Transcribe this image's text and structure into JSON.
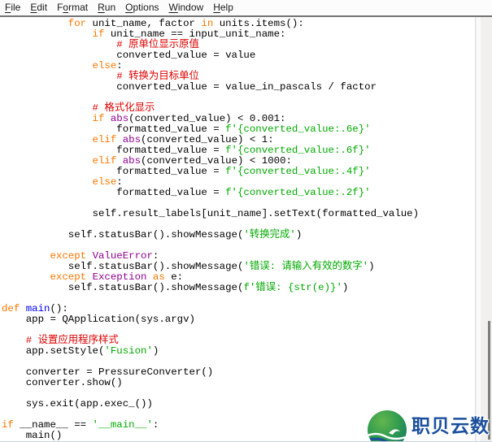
{
  "menubar": {
    "items": [
      {
        "label": "File",
        "underline": 0
      },
      {
        "label": "Edit",
        "underline": 0
      },
      {
        "label": "Format",
        "underline": 1
      },
      {
        "label": "Run",
        "underline": 0
      },
      {
        "label": "Options",
        "underline": 0
      },
      {
        "label": "Window",
        "underline": 0
      },
      {
        "label": "Help",
        "underline": 0
      }
    ]
  },
  "colors": {
    "keyword": "#FF7700",
    "builtin": "#900090",
    "comment": "#DD0000",
    "string": "#00AA00",
    "definition": "#0000FF",
    "plain_text": "#000000",
    "editor_bg": "#FFFFFF",
    "scrollbar_track": "#F1F0EE",
    "scrollbar_thumb": "#7D7D7D",
    "watermark_text": "#1B4F9C"
  },
  "editor": {
    "language": "python",
    "lines": [
      [
        [
          "p",
          "           "
        ],
        [
          "k",
          "for"
        ],
        [
          "p",
          " unit_name, factor "
        ],
        [
          "k",
          "in"
        ],
        [
          "p",
          " units.items():"
        ]
      ],
      [
        [
          "p",
          "               "
        ],
        [
          "k",
          "if"
        ],
        [
          "p",
          " unit_name == input_unit_name:"
        ]
      ],
      [
        [
          "p",
          "                   "
        ],
        [
          "c",
          "# 原单位显示原值"
        ]
      ],
      [
        [
          "p",
          "                   converted_value = value"
        ]
      ],
      [
        [
          "p",
          "               "
        ],
        [
          "k",
          "else"
        ],
        [
          "p",
          ":"
        ]
      ],
      [
        [
          "p",
          "                   "
        ],
        [
          "c",
          "# 转换为目标单位"
        ]
      ],
      [
        [
          "p",
          "                   converted_value = value_in_pascals / factor"
        ]
      ],
      [],
      [
        [
          "p",
          "               "
        ],
        [
          "c",
          "# 格式化显示"
        ]
      ],
      [
        [
          "p",
          "               "
        ],
        [
          "k",
          "if"
        ],
        [
          "p",
          " "
        ],
        [
          "b",
          "abs"
        ],
        [
          "p",
          "(converted_value) < 0.001:"
        ]
      ],
      [
        [
          "p",
          "                   formatted_value = "
        ],
        [
          "s",
          "f'{converted_value:.6e}'"
        ]
      ],
      [
        [
          "p",
          "               "
        ],
        [
          "k",
          "elif"
        ],
        [
          "p",
          " "
        ],
        [
          "b",
          "abs"
        ],
        [
          "p",
          "(converted_value) < 1:"
        ]
      ],
      [
        [
          "p",
          "                   formatted_value = "
        ],
        [
          "s",
          "f'{converted_value:.6f}'"
        ]
      ],
      [
        [
          "p",
          "               "
        ],
        [
          "k",
          "elif"
        ],
        [
          "p",
          " "
        ],
        [
          "b",
          "abs"
        ],
        [
          "p",
          "(converted_value) < 1000:"
        ]
      ],
      [
        [
          "p",
          "                   formatted_value = "
        ],
        [
          "s",
          "f'{converted_value:.4f}'"
        ]
      ],
      [
        [
          "p",
          "               "
        ],
        [
          "k",
          "else"
        ],
        [
          "p",
          ":"
        ]
      ],
      [
        [
          "p",
          "                   formatted_value = "
        ],
        [
          "s",
          "f'{converted_value:.2f}'"
        ]
      ],
      [],
      [
        [
          "p",
          "               self.result_labels[unit_name].setText(formatted_value)"
        ]
      ],
      [],
      [
        [
          "p",
          "           self.statusBar().showMessage("
        ],
        [
          "s",
          "'转换完成'"
        ],
        [
          "p",
          ")"
        ]
      ],
      [],
      [
        [
          "p",
          "        "
        ],
        [
          "k",
          "except"
        ],
        [
          "p",
          " "
        ],
        [
          "b",
          "ValueError"
        ],
        [
          "p",
          ":"
        ]
      ],
      [
        [
          "p",
          "           self.statusBar().showMessage("
        ],
        [
          "s",
          "'错误: 请输入有效的数字'"
        ],
        [
          "p",
          ")"
        ]
      ],
      [
        [
          "p",
          "        "
        ],
        [
          "k",
          "except"
        ],
        [
          "p",
          " "
        ],
        [
          "b",
          "Exception"
        ],
        [
          "p",
          " "
        ],
        [
          "k",
          "as"
        ],
        [
          "p",
          " e:"
        ]
      ],
      [
        [
          "p",
          "           self.statusBar().showMessage("
        ],
        [
          "s",
          "f'错误: {str(e)}'"
        ],
        [
          "p",
          ")"
        ]
      ],
      [],
      [
        [
          "k",
          "def"
        ],
        [
          "p",
          " "
        ],
        [
          "d",
          "main"
        ],
        [
          "p",
          "():"
        ]
      ],
      [
        [
          "p",
          "    app = QApplication(sys.argv)"
        ]
      ],
      [],
      [
        [
          "p",
          "    "
        ],
        [
          "c",
          "# 设置应用程序样式"
        ]
      ],
      [
        [
          "p",
          "    app.setStyle("
        ],
        [
          "s",
          "'Fusion'"
        ],
        [
          "p",
          ")"
        ]
      ],
      [],
      [
        [
          "p",
          "    converter = PressureConverter()"
        ]
      ],
      [
        [
          "p",
          "    converter.show()"
        ]
      ],
      [],
      [
        [
          "p",
          "    sys.exit(app.exec_())"
        ]
      ],
      [],
      [
        [
          "k",
          "if"
        ],
        [
          "p",
          " __name__ == "
        ],
        [
          "s",
          "'__main__'"
        ],
        [
          "p",
          ":"
        ]
      ],
      [
        [
          "p",
          "    main()"
        ]
      ]
    ]
  },
  "watermark": {
    "text": "职贝云数"
  }
}
